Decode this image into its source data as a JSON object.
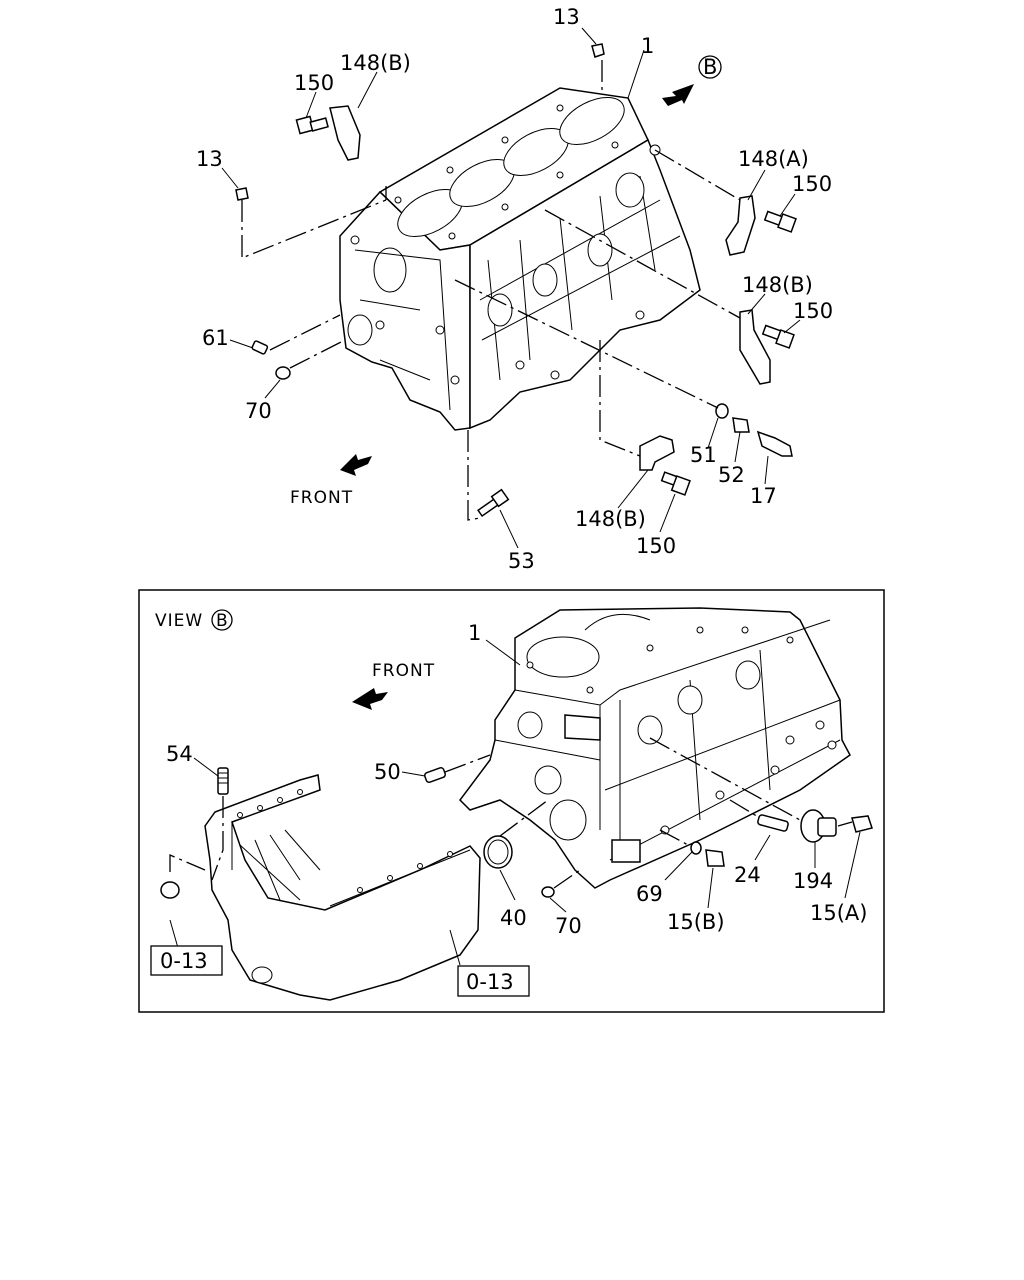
{
  "upper": {
    "labels": {
      "p13a": "13",
      "p1": "1",
      "viewB_marker": "B",
      "p148b_top": "148(B)",
      "p150_topleft": "150",
      "p13b": "13",
      "p148a": "148(A)",
      "p150_right1": "150",
      "p148b_right": "148(B)",
      "p150_right2": "150",
      "p61": "61",
      "p70": "70",
      "p51": "51",
      "p52": "52",
      "p17": "17",
      "front": "FRONT",
      "p148b_bottom": "148(B)",
      "p150_bottom": "150",
      "p53": "53"
    }
  },
  "view_b": {
    "title": "VIEW",
    "title_marker": "B",
    "labels": {
      "p1": "1",
      "front": "FRONT",
      "p54": "54",
      "p50": "50",
      "p40": "40",
      "p70": "70",
      "p69": "69",
      "p15b": "15(B)",
      "p24": "24",
      "p194": "194",
      "p15a": "15(A)",
      "ref_left": "0-13",
      "ref_right": "0-13"
    }
  }
}
